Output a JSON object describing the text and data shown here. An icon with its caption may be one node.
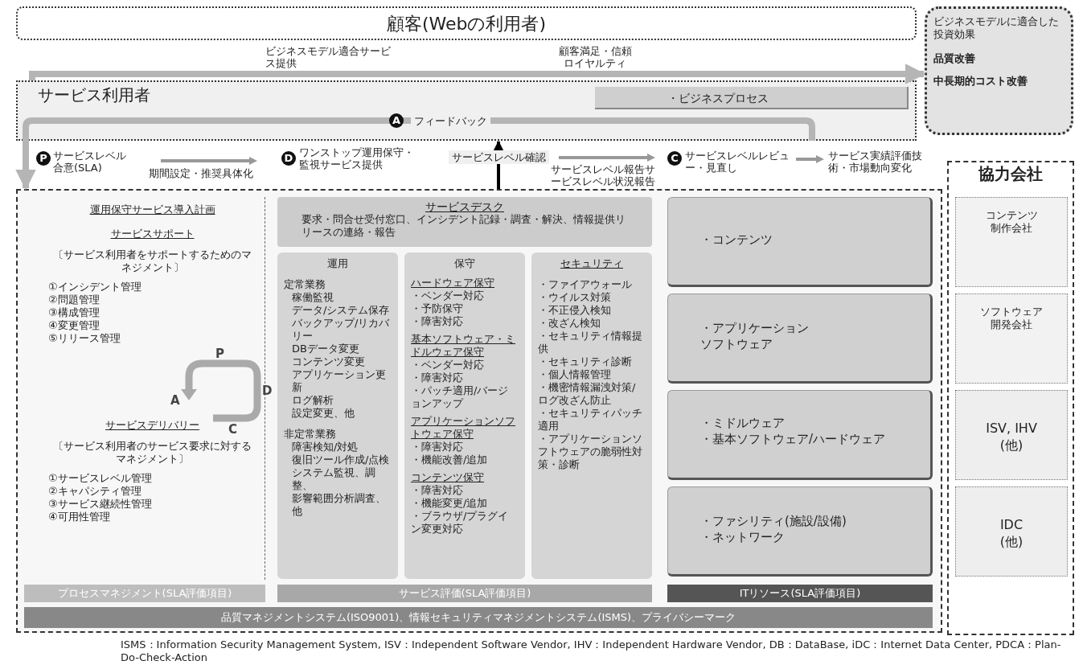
{
  "diagram": {
    "caption": "ISMS：Information Security Management System, ISV：Independent Software Vendor, IHV：Independent Hardware Vendor, DB：DataBase, iDC：Internet Data Center, PDCA：Plan-Do-Check-Action",
    "nodes": [
      {
        "text": [
          "顧客(Webの利用者)"
        ]
      },
      {
        "text": [
          "ビジネスモデルに適合した投資効果",
          "品質改善",
          "中長期的コスト改善"
        ]
      },
      {
        "text": [
          "サービス利用者"
        ]
      },
      {
        "text": [
          "・ビジネスプロセス"
        ],
        "in": 2
      },
      {
        "text": [],
        "shape": "box"
      },
      {
        "text": [
          "協力会社"
        ]
      },
      {
        "text": [
          "運用保守サービス導入計画",
          "サービスサポート",
          "〔サービス利用者をサポートするためのマネジメント〕",
          "①インシデント管理",
          "②問題管理",
          "③構成管理",
          "④変更管理",
          "⑤リリース管理",
          "サービスデリバリー",
          "〔サービス利用者のサービス要求に対するマネジメント〕",
          "①サービスレベル管理",
          "②キャパシティ管理",
          "③サービス継続性管理",
          "④可用性管理"
        ],
        "in": 4
      },
      {
        "text": [
          "サービスデスク",
          "要求・問合せ受付窓口、インシデント記録・調査・解決、情報提供リリースの連絡・報告"
        ],
        "in": 4
      },
      {
        "text": [
          "運用",
          "定常業務",
          "稼働監視",
          "データ/システム保存",
          "バックアップ/リカバリー",
          "DBデータ変更",
          "コンテンツ変更",
          "アプリケーション更新",
          "ログ解析",
          "設定変更、他",
          "非定常業務",
          "障害検知/対処",
          "復旧ツール作成/点検",
          "システム監視、調整、",
          "影響範囲分析調査、他"
        ],
        "in": 4
      },
      {
        "text": [
          "保守",
          "ハードウェア保守",
          "・ベンダー対応",
          "・予防保守",
          "・障害対応",
          "基本ソフトウェア・ミドルウェア保守",
          "・ベンダー対応",
          "・障害対応",
          "・パッチ適用/バージョンアップ",
          "アプリケーションソフトウェア保守",
          "・障害対応",
          "・機能改善/追加",
          "コンテンツ保守",
          "・障害対応",
          "・機能変更/追加",
          "・ブラウザ/プラグイン変更対応"
        ],
        "in": 4
      },
      {
        "text": [
          "セキュリティ",
          "・ファイアウォール",
          "・ウイルス対策",
          "・不正侵入検知",
          "・改ざん検知",
          "・セキュリティ情報提供",
          "・セキュリティ診断",
          "・個人情報管理",
          "・機密情報漏洩対策/ログ改ざん防止",
          "・セキュリティパッチ適用",
          "・アプリケーションソフトウェアの脆弱性対策・診断"
        ],
        "in": 4
      },
      {
        "text": [
          "・コンテンツ"
        ],
        "in": 4
      },
      {
        "text": [
          "・アプリケーションソフトウェア"
        ],
        "in": 4
      },
      {
        "text": [
          "・ミドルウェア",
          "・基本ソフトウェア/ハードウェア"
        ],
        "in": 4
      },
      {
        "text": [
          "・ファシリティ(施設/設備)",
          "・ネットワーク"
        ],
        "in": 4
      },
      {
        "text": [
          "プロセスマネジメント(SLA評価項目)"
        ],
        "in": 4
      },
      {
        "text": [
          "サービス評価(SLA評価項目)"
        ],
        "in": 4
      },
      {
        "text": [
          "ITリソース(SLA評価項目)"
        ],
        "in": 4
      },
      {
        "text": [
          "品質マネジメントシステム(ISO9001)、情報セキュリティマネジメントシステム(ISMS)、プライバシーマーク"
        ],
        "in": 4
      },
      {
        "text": [
          "コンテンツ制作会社"
        ],
        "in": 5
      },
      {
        "text": [
          "ソフトウェア開発会社"
        ],
        "in": 5
      },
      {
        "text": [
          "ISV, IHV",
          "(他)"
        ],
        "in": 5
      },
      {
        "text": [
          "IDC",
          "(他)"
        ],
        "in": 5
      }
    ],
    "edges": [
      {
        "from": 2,
        "to": 4,
        "arrow": "to",
        "label": "フィードバック"
      },
      {
        "from": 4,
        "to": 2,
        "arrow": "to",
        "label": "サービスレベル確認",
        "color": "#000000"
      },
      {
        "from": 2,
        "to": 1,
        "arrow": "to"
      }
    ],
    "labels": [
      "ビジネスモデル適合サービス提供",
      "顧客満足・信頼ロイヤルティ",
      "A",
      "P",
      "サービスレベル合意(SLA)",
      "期間設定・推奨具体化",
      "D",
      "ワンストップ運用保守・監視サービス提供",
      "サービスレベル報告サービスレベル状況報告",
      "C",
      "サービスレベルレビュー・見直し",
      "サービス実績評価技術・市場動向変化",
      "P",
      "D",
      "A",
      "C"
    ]
  }
}
